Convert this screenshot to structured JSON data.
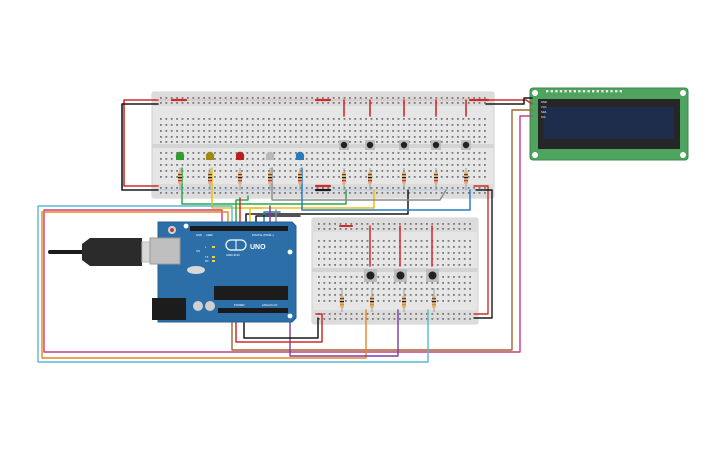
{
  "arduino": {
    "brand": "ARDUINO",
    "model": "UNO",
    "digital_label": "DIGITAL (PWM~)",
    "power_label": "POWER",
    "analog_label": "ANALOG IN",
    "on_label": "ON",
    "tx_label": "TX",
    "rx_label": "RX",
    "l_label": "L",
    "aref_label": "AREF",
    "gnd_label": "GND"
  },
  "lcd": {
    "pin_labels": [
      "GND",
      "VCC",
      "SDA",
      "SCL"
    ]
  },
  "leds": [
    {
      "name": "green",
      "color": "#2e9e2e"
    },
    {
      "name": "yellow",
      "color": "#a08a12"
    },
    {
      "name": "red",
      "color": "#b81f1f"
    },
    {
      "name": "white",
      "color": "#b9b9b9"
    },
    {
      "name": "blue",
      "color": "#2c79b8"
    }
  ],
  "colors": {
    "breadboard": "#e6e6e6",
    "arduino_board": "#2c6fa8",
    "lcd_pcb": "#4ea35f",
    "lcd_screen": "#1f2d4d",
    "wire_red": "#d42a2a",
    "wire_black": "#1a1a1a",
    "wire_green": "#2fa84a",
    "wire_yellow": "#e8c21a",
    "wire_blue": "#2a7bc4",
    "wire_orange": "#e8871a",
    "wire_purple": "#7a3aa8",
    "wire_cyan": "#58b8d8",
    "wire_brown": "#9a6a2a",
    "wire_pink": "#c83a8a",
    "wire_gray": "#8a8a8a"
  }
}
